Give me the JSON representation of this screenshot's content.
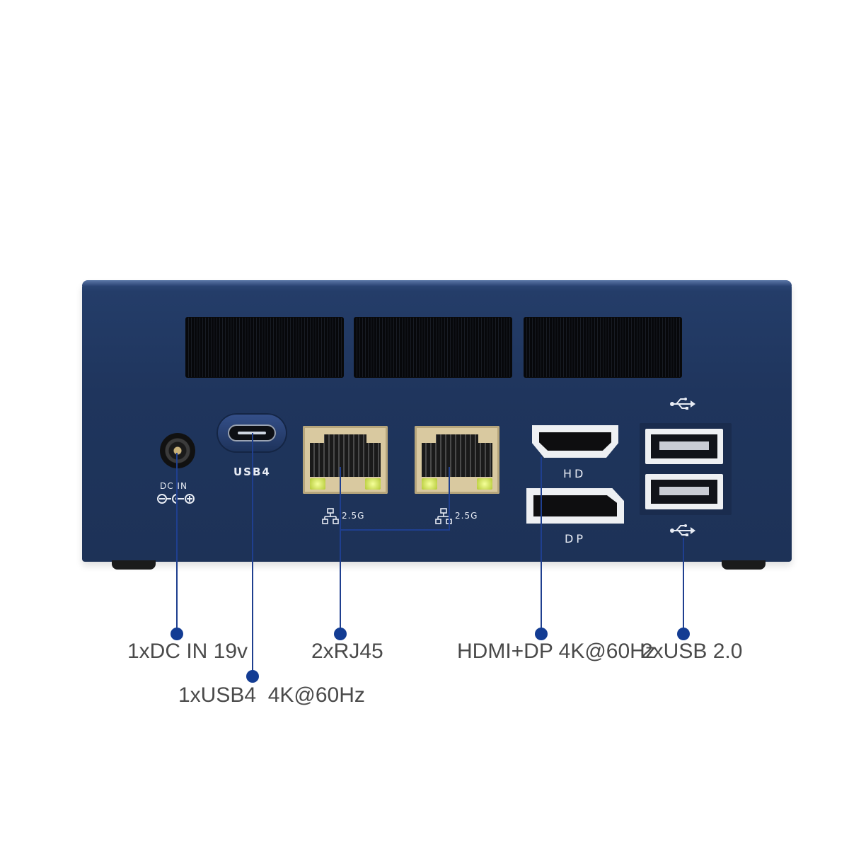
{
  "panel_labels": {
    "dc_in": "DC IN",
    "usb4": "USB4",
    "lan1": "2.5G",
    "lan2": "2.5G",
    "hdmi": "HD",
    "dp": "DP"
  },
  "callouts": {
    "dc": "1xDC IN 19v",
    "usb4": "1xUSB4  4K@60Hz",
    "rj45": "2xRJ45",
    "display": "HDMI+DP 4K@60Hz",
    "usb2": "2xUSB 2.0"
  },
  "colors": {
    "device_body": "#1f355d",
    "callout_line": "#1f3f8f",
    "callout_dot": "#133c93",
    "callout_text": "#4a4a4a"
  }
}
